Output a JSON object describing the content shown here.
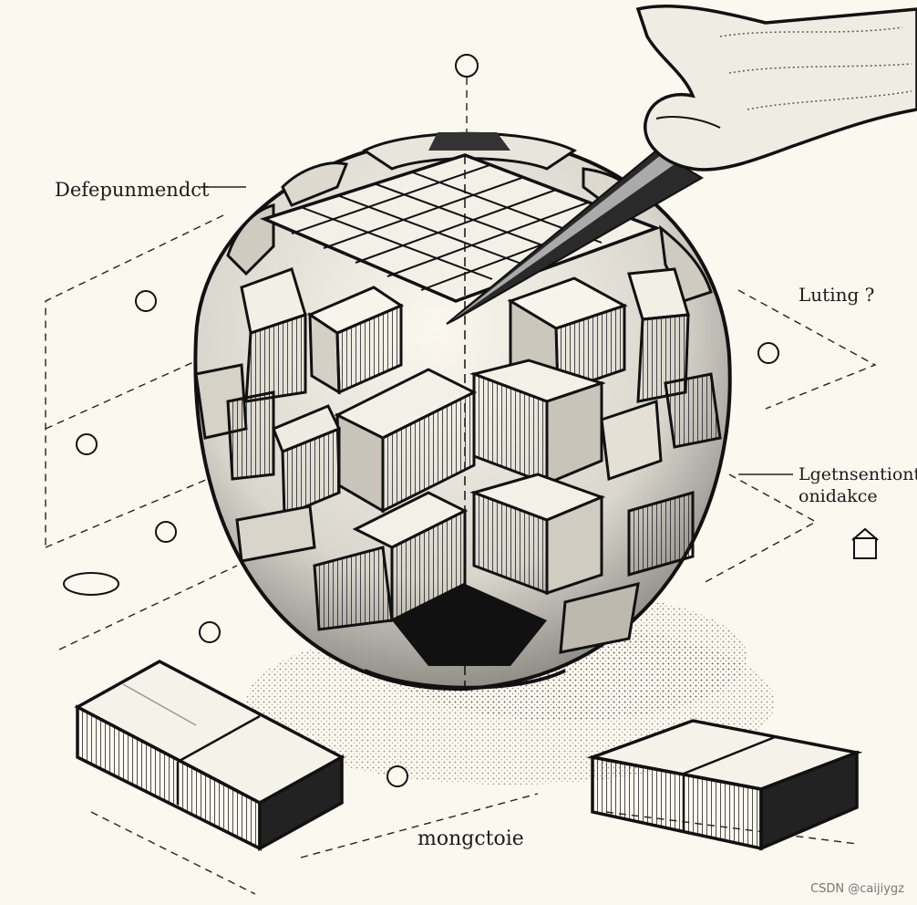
{
  "labels": {
    "left": "Defepunmendct",
    "right_top": "Luting ?",
    "right_mid_line1": "Lgetnsentiont",
    "right_mid_line2": "onidakce",
    "bottom": "mongctoie"
  },
  "watermark": "CSDN @caijiygz",
  "colors": {
    "background": "#fbf8ef",
    "ink": "#1b1b1b"
  }
}
